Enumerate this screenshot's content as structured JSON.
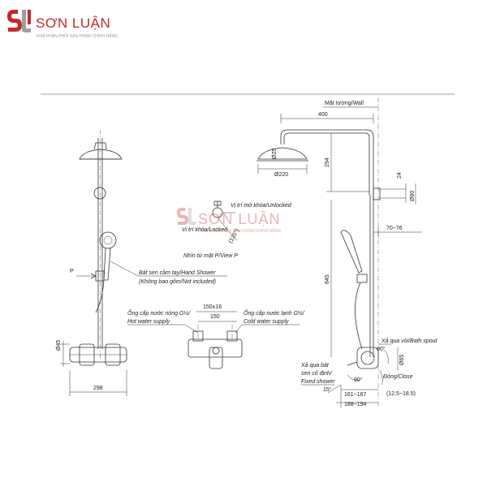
{
  "brand": {
    "name": "SƠN LUẬN",
    "tagline": "NHÀ PHÂN PHỐI SẢN PHẨM CHÍNH HÃNG",
    "color": "#c62828"
  },
  "left_view": {
    "hand_shower_label": "Bát sen cầm tay/Hand Shower",
    "hand_shower_note": "(Không bao gồm/Not included)",
    "p_marker": "P",
    "dim_45": "Ø45",
    "dim_298": "298"
  },
  "center_view": {
    "unlocked_label": "Vị trí mở khóa/Unlocked",
    "locked_label": "Vị trí khóa/Locked",
    "angle_label": "(135°)",
    "view_p_label": "Nhìn từ mặt P/View P",
    "hot_label_1": "Ống cấp nước nóng G½/",
    "hot_label_2": "Hot water supply",
    "cold_label_1": "Ống cấp nước lạnh G½/",
    "cold_label_2": "Cold water supply",
    "dim_150_16": "150±16",
    "dim_150": "150"
  },
  "right_view": {
    "wall_label": "Mặt tường/Wall",
    "dim_400": "400",
    "dim_25": "Ø25",
    "dim_294": "294",
    "dim_220": "Ø220",
    "dim_24": "24",
    "dim_80": "Ø80",
    "dim_70_76": "70~76",
    "dim_845": "845",
    "spout_label": "Xả qua vòi/Bath spout",
    "angle_90a": "90°",
    "dim_65": "Ø65",
    "fixed_1": "Xả qua bát",
    "fixed_2": "sen cố định/",
    "fixed_3": "Fixed shower",
    "angle_90b": "90°",
    "angle_15": "15°",
    "close_label": "Đóng/Close",
    "dim_161_167": "161~167",
    "dim_12_5": "(12.5~18.5)",
    "dim_188_194": "188~194"
  },
  "watermark": {
    "name": "SƠN LUẬN",
    "tagline": "NHÀ PHÂN PHỐI SẢN PHẨM CHÍNH HÃNG"
  }
}
